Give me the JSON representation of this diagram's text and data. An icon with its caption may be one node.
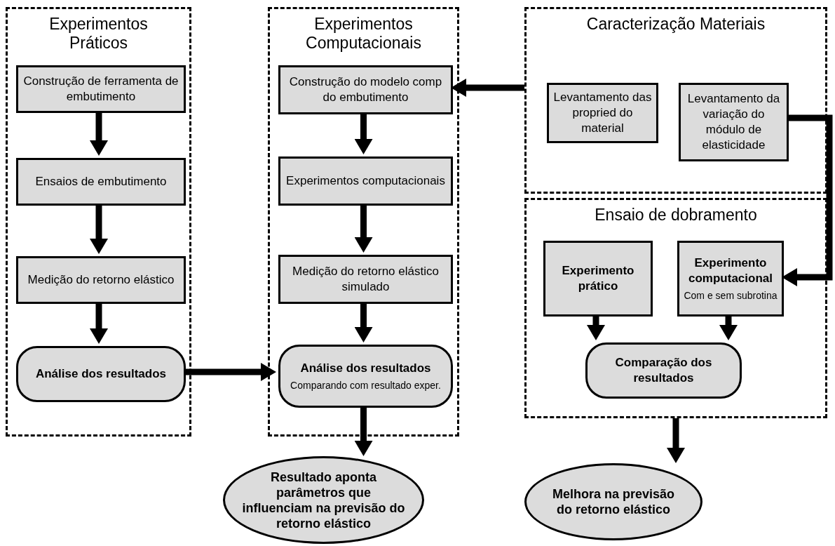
{
  "diagram": {
    "nodes": [
      {
        "text": [
          "Experimentos Práticos"
        ]
      },
      {
        "text": [
          "Construção de ferramenta de embutimento"
        ],
        "in": 0
      },
      {
        "text": [
          "Ensaios de embutimento"
        ],
        "in": 0
      },
      {
        "text": [
          "Medição do retorno elástico"
        ],
        "in": 0
      },
      {
        "text": [
          "Análise dos resultados"
        ],
        "in": 0
      },
      {
        "text": [
          "Experimentos Computacionais"
        ]
      },
      {
        "text": [
          "Construção do modelo comp do embutimento"
        ],
        "in": 5
      },
      {
        "text": [
          "Experimentos computacionais"
        ],
        "in": 5
      },
      {
        "text": [
          "Medição do retorno elástico simulado"
        ],
        "in": 5
      },
      {
        "text": [
          "Análise dos resultados",
          "Comparando com resultado exper."
        ],
        "in": 5
      },
      {
        "text": [
          "Caracterização Materiais"
        ]
      },
      {
        "text": [
          "Levantamento das propried do material"
        ],
        "in": 10
      },
      {
        "text": [
          "Levantamento da variação do módulo de elasticidade"
        ],
        "in": 10
      },
      {
        "text": [
          "Ensaio de dobramento"
        ]
      },
      {
        "text": [
          "Experimento prático"
        ],
        "in": 13
      },
      {
        "text": [
          "Experimento computacional",
          "Com e sem subrotina"
        ],
        "in": 13
      },
      {
        "text": [
          "Comparação dos resultados"
        ],
        "in": 13
      },
      {
        "text": [
          "Resultado aponta parâmetros que influenciam na previsão do retorno elástico"
        ]
      },
      {
        "text": [
          "Melhora na previsão do retorno elástico"
        ]
      }
    ],
    "edges": [
      {
        "from": 1,
        "to": 2,
        "arrow": "to"
      },
      {
        "from": 2,
        "to": 3,
        "arrow": "to"
      },
      {
        "from": 3,
        "to": 4,
        "arrow": "to"
      },
      {
        "from": 4,
        "to": 9,
        "arrow": "to"
      },
      {
        "from": 10,
        "to": 6,
        "arrow": "to"
      },
      {
        "from": 6,
        "to": 7,
        "arrow": "to"
      },
      {
        "from": 7,
        "to": 8,
        "arrow": "to"
      },
      {
        "from": 8,
        "to": 9,
        "arrow": "to"
      },
      {
        "from": 9,
        "to": 17,
        "arrow": "to"
      },
      {
        "from": 12,
        "to": 15,
        "arrow": "to"
      },
      {
        "from": 14,
        "to": 16,
        "arrow": "to"
      },
      {
        "from": 15,
        "to": 16,
        "arrow": "to"
      },
      {
        "from": 13,
        "to": 18,
        "arrow": "to"
      }
    ]
  }
}
